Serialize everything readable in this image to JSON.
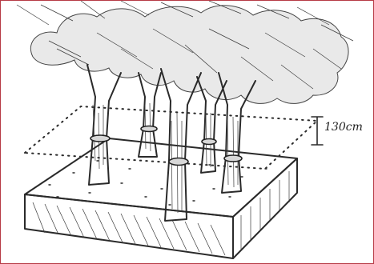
{
  "annotation": {
    "measurement": "130cm"
  },
  "colors": {
    "frame_border": "#b63a45",
    "ink": "#2a2a2a"
  },
  "trees": [
    {
      "id": "front-left"
    },
    {
      "id": "back-center"
    },
    {
      "id": "front-center"
    },
    {
      "id": "back-right"
    },
    {
      "id": "front-right"
    }
  ]
}
